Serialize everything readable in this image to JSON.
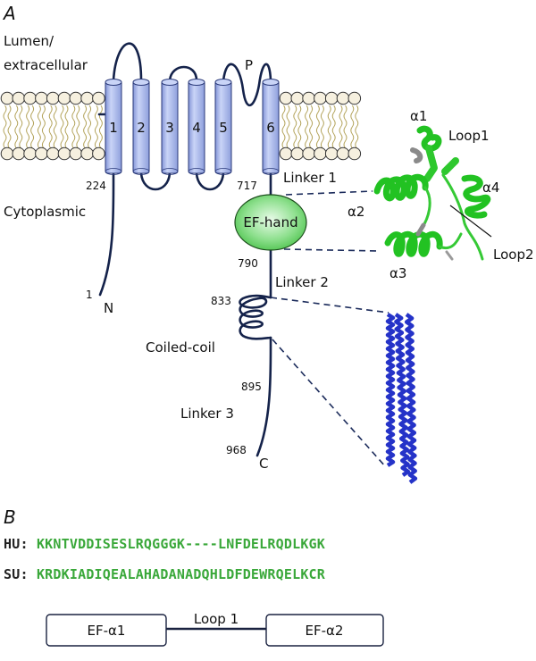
{
  "panel_a": {
    "label": "A",
    "regions": {
      "lumen": [
        "Lumen/",
        "extracellular"
      ],
      "cytoplasmic": "Cytoplasmic"
    },
    "transmembrane_helices": [
      "1",
      "2",
      "3",
      "4",
      "5",
      "6"
    ],
    "pore_label": "P",
    "residue_numbers": {
      "start": "1",
      "tm_start": "224",
      "tm_end": "717",
      "efhand_end": "790",
      "coil_start": "833",
      "coil_end": "895",
      "end": "968"
    },
    "termini": {
      "n": "N",
      "c": "C"
    },
    "domains": {
      "linker1": "Linker 1",
      "efhand": "EF-hand",
      "linker2": "Linker 2",
      "coiled_coil": "Coiled-coil",
      "linker3": "Linker 3"
    },
    "efhand_structure_labels": {
      "a1": "α1",
      "loop1": "Loop1",
      "a2": "α2",
      "a4": "α4",
      "loop2": "Loop2",
      "a3": "α3"
    },
    "colors": {
      "helix": "#a9b9ee",
      "efhand": "#6fd86f",
      "efhand_structure": "#1fc41f",
      "coiled_coil_structure": "#2233c8",
      "chain": "#14224a",
      "lipid_head": "#f5eedd",
      "lipid_tail": "#b8a860"
    }
  },
  "panel_b": {
    "label": "B",
    "sequences": [
      {
        "tag": "HU:",
        "residues": "KKNTVDDISESLRQGGGK----LNFDELRQDLKGK"
      },
      {
        "tag": "SU:",
        "residues": "KRDKIADIQEALAHADANADQHLDFDEWRQELKCR"
      }
    ],
    "scheme": {
      "box1": "EF-α1",
      "loop": "Loop 1",
      "box2": "EF-α2"
    },
    "colors": {
      "sequence": "#3aa83a"
    }
  }
}
